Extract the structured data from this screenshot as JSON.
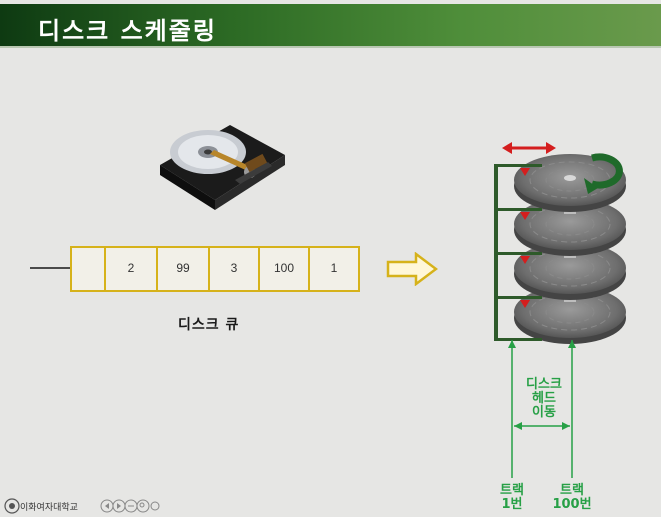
{
  "slide": {
    "title": "디스크 스케줄링"
  },
  "queue": {
    "label": "디스크 큐",
    "values": [
      "2",
      "99",
      "3",
      "100",
      "1"
    ]
  },
  "disk": {
    "head_move_label_line1": "디스크",
    "head_move_label_line2": "헤드",
    "head_move_label_line3": "이동",
    "track_first_line1": "트랙",
    "track_first_line2": "1번",
    "track_last_line1": "트랙",
    "track_last_line2": "100번"
  },
  "footer": {
    "university": "이화여자대학교",
    "icons": [
      "back-icon",
      "forward-icon",
      "menu-icon",
      "zoom-icon",
      "more-icon"
    ]
  },
  "colors": {
    "title_bar": "#2c6a24",
    "queue_border": "#d6b21a",
    "arrow_red": "#d41e1e",
    "label_green": "#27a046",
    "head_arm": "#2e5a2a"
  }
}
